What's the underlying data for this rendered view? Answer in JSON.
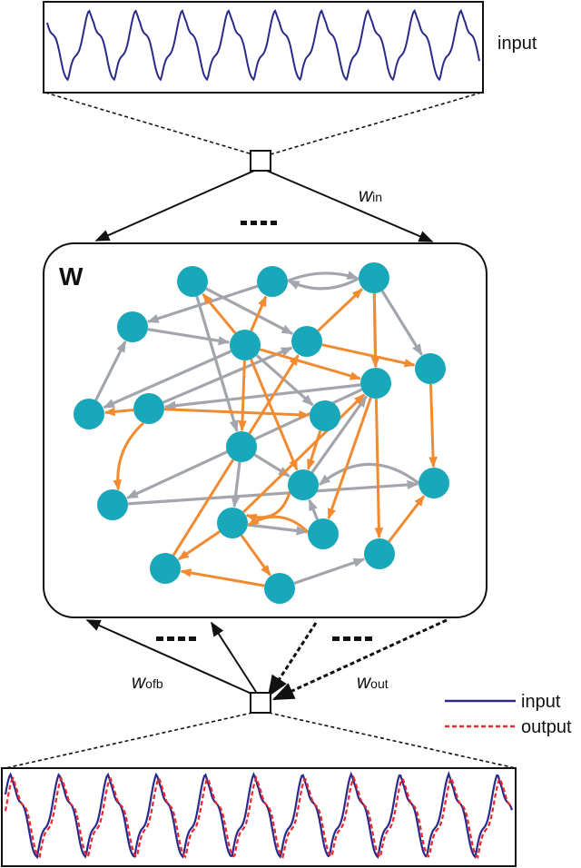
{
  "labels": {
    "input_top": "input",
    "reservoir": "W",
    "w_in_main": "w",
    "w_in_sub": "in",
    "w_ofb_main": "w",
    "w_ofb_sub": "ofb",
    "w_out_main": "w",
    "w_out_sub": "out"
  },
  "legend": {
    "entries": [
      {
        "label": "input",
        "color": "#2a2a8c",
        "style": "solid"
      },
      {
        "label": "output",
        "color": "#e8282a",
        "style": "dashed"
      }
    ]
  },
  "colors": {
    "node": "#18a8ba",
    "edge_gray": "#a2a6ac",
    "edge_orange": "#f28a30",
    "signal_input": "#2a2a8c",
    "signal_output": "#e8282a"
  },
  "icons": {
    "input_node": "square-node-icon",
    "output_node": "square-node-icon",
    "ellipsis": "ellipsis-dashes-icon"
  }
}
